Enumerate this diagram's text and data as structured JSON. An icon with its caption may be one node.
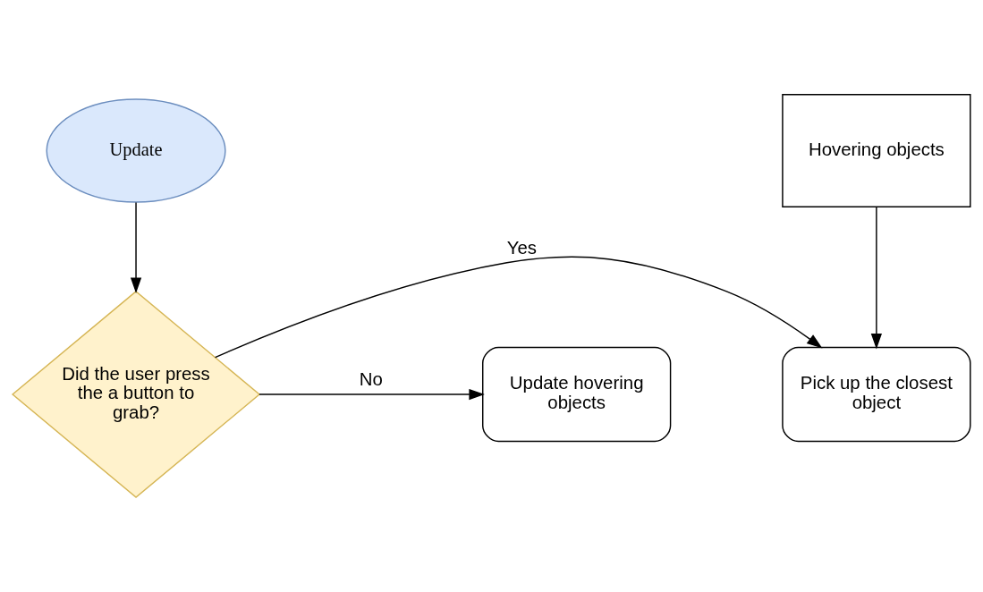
{
  "diagram": {
    "nodes": [
      {
        "text": [
          "Update"
        ]
      },
      {
        "text": [
          "Did the user press the a button to grab?"
        ]
      },
      {
        "text": [
          "Pick up the closest object"
        ]
      },
      {
        "text": [
          "Update hovering objects"
        ]
      },
      {
        "text": [
          "Hovering objects"
        ]
      }
    ],
    "edges": [
      {
        "from": 0,
        "to": 1,
        "arrow": "to"
      },
      {
        "from": 1,
        "to": 2,
        "arrow": "to",
        "label": "Yes"
      },
      {
        "from": 1,
        "to": 3,
        "arrow": "to",
        "label": "No"
      },
      {
        "from": 4,
        "to": 2,
        "arrow": "to"
      }
    ]
  }
}
